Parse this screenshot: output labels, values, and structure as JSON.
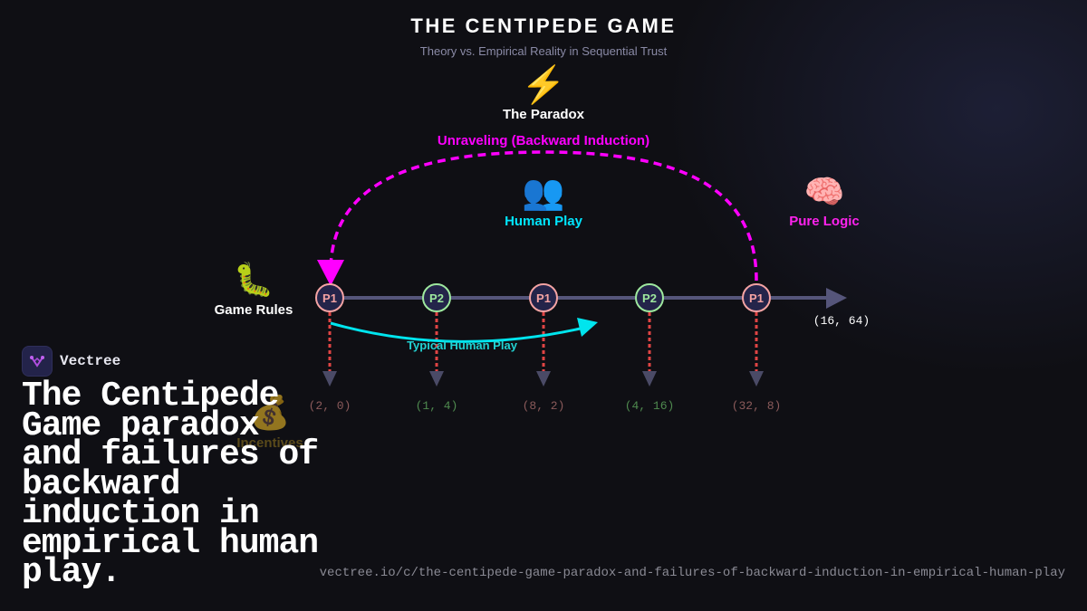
{
  "header": {
    "title": "THE CENTIPEDE GAME",
    "subtitle": "Theory vs. Empirical Reality in Sequential Trust"
  },
  "concepts": {
    "paradox": {
      "icon": "⚡",
      "label": "The Paradox",
      "color": "#ffffff"
    },
    "unraveling": {
      "label": "Unraveling (Backward Induction)",
      "color": "#ff00ff"
    },
    "human_play": {
      "icon": "👥",
      "label": "Human Play",
      "color": "#00e5ff"
    },
    "pure_logic": {
      "icon": "🧠",
      "label": "Pure Logic",
      "color": "#ff22ee"
    },
    "game_rules": {
      "icon": "🐛",
      "label": "Game Rules",
      "color": "#ffffff"
    },
    "incentives": {
      "icon": "💰",
      "label": "Incentives",
      "color": "#5a4a1a"
    },
    "typical_human_play": {
      "label": "Typical Human Play",
      "color": "#22d3d3"
    }
  },
  "game_tree": {
    "nodes": [
      {
        "player": "P1",
        "payoff": "(2, 0)"
      },
      {
        "player": "P2",
        "payoff": "(1, 4)"
      },
      {
        "player": "P1",
        "payoff": "(8, 2)"
      },
      {
        "player": "P2",
        "payoff": "(4, 16)"
      },
      {
        "player": "P1",
        "payoff": "(32, 8)"
      }
    ],
    "final_payoff": "(16, 64)",
    "colors": {
      "p1_stroke": "#f4a3a3",
      "p2_stroke": "#9ee89e",
      "node_fill": "#24244a",
      "line": "#55557a",
      "drop_line": "#e04444",
      "p1_payoff": "#8a5a5a",
      "p2_payoff": "#4f8a4f"
    }
  },
  "brand": {
    "name": "Vectree",
    "headline": "The Centipede Game paradox and failures of backward induction in empirical human play.",
    "url": "vectree.io/c/the-centipede-game-paradox-and-failures-of-backward-induction-in-empirical-human-play"
  }
}
